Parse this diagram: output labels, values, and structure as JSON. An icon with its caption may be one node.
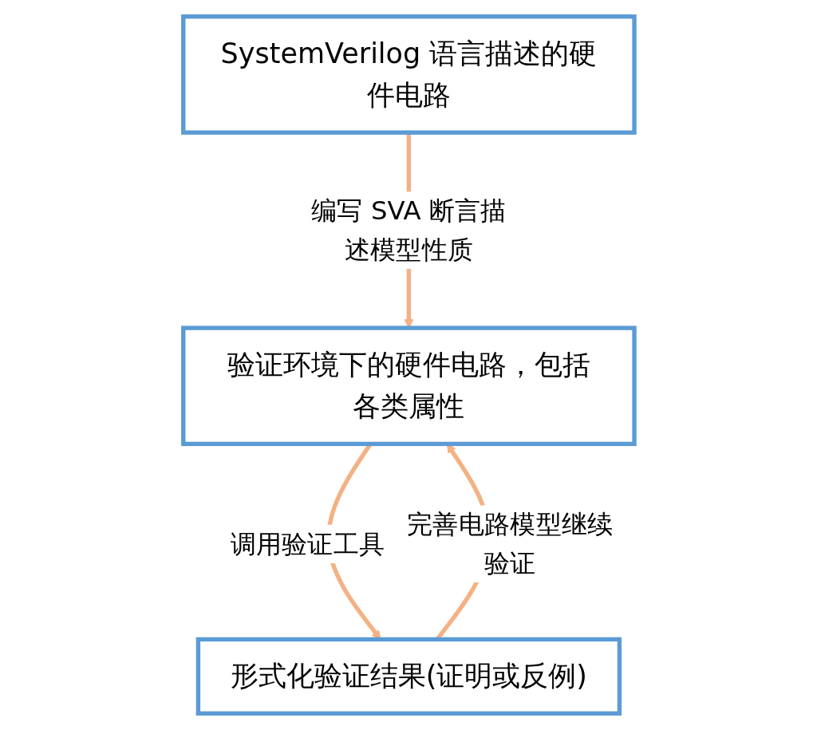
{
  "diagram": {
    "nodes": [
      {
        "text": [
          "SystemVerilog 语言描述的硬件电路"
        ]
      },
      {
        "text": [
          "验证环境下的硬件电路，包括各类属性"
        ]
      },
      {
        "text": [
          "形式化验证结果(证明或反例)"
        ]
      }
    ],
    "edges": [
      {
        "from": 0,
        "to": 1,
        "arrow": "to",
        "label": "编写 SVA 断言描述模型性质"
      },
      {
        "from": 1,
        "to": 2,
        "arrow": "to",
        "label": "调用验证工具"
      },
      {
        "from": 2,
        "to": 1,
        "arrow": "to",
        "label": "完善电路模型继续验证"
      }
    ]
  }
}
